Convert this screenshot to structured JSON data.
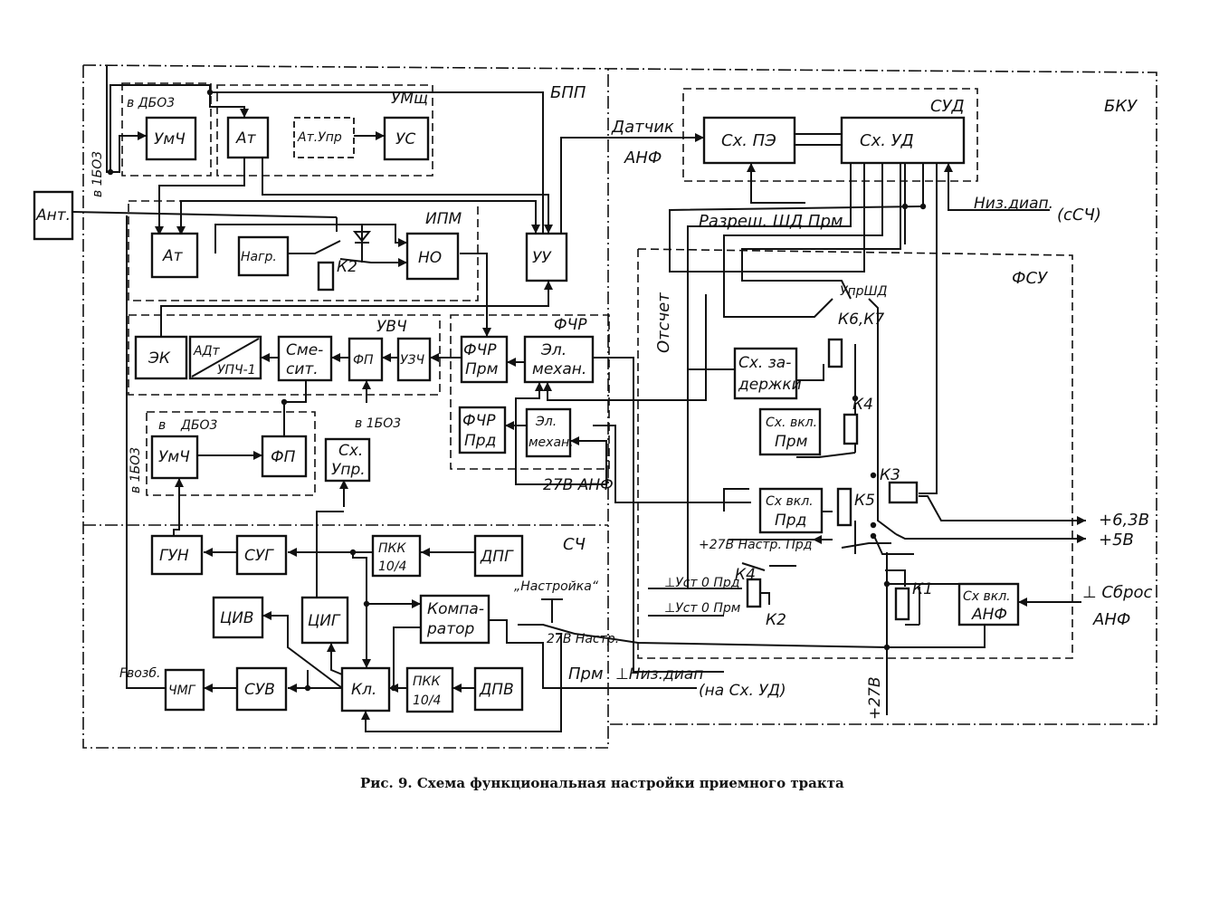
{
  "caption": "Рис. 9. Схема функциональная настройки приемного тракта",
  "regions": {
    "bpp": "БПП",
    "bku": "БКУ",
    "sud": "СУД",
    "fsu": "ФСУ",
    "sch": "СЧ",
    "umsch": "УМщ",
    "ipm": "ИПМ",
    "uvch": "УВЧ",
    "fchr": "ФЧР"
  },
  "blocks": {
    "ant": "Ант.",
    "umch_top": "УмЧ",
    "at_top": "Ат",
    "atupr": "Ат.Упр",
    "us": "УС",
    "at_mid": "Ат",
    "nagr": "Нагр.",
    "no": "НО",
    "uu": "УУ",
    "ek": "ЭК",
    "adt": "АДт",
    "upch": "УПЧ-1",
    "smesit_1": "Сме-",
    "smesit_2": "сит.",
    "fp_1": "ФП",
    "uzch": "УЗЧ",
    "fchr_prm_1": "ФЧР",
    "fchr_prm_2": "Прм",
    "el_mech_1a": "Эл.",
    "el_mech_1b": "механ.",
    "fchr_prd_1": "ФЧР",
    "fchr_prd_2": "Прд",
    "el_mech_2a": "Эл.",
    "el_mech_2b": "механ.",
    "umch_2": "УмЧ",
    "fp_2": "ФП",
    "sx_upr_1": "Сх.",
    "sx_upr_2": "Упр.",
    "gun": "ГУН",
    "sug": "СУГ",
    "pkk_1a": "ПКК",
    "pkk_1b": "10/4",
    "dpg": "ДПГ",
    "civ": "ЦИВ",
    "cig": "ЦИГ",
    "komp_1": "Компа-",
    "komp_2": "ратор",
    "chmg": "ЧМГ",
    "suv": "СУВ",
    "kl": "Кл.",
    "pkk_2a": "ПКК",
    "pkk_2b": "10/4",
    "dpv": "ДПВ",
    "sx_pe": "Сх. ПЭ",
    "sx_ud": "Сх. УД",
    "sx_zad_1": "Сх. за-",
    "sx_zad_2": "держки",
    "sx_vkl_prm_1": "Сх. вкл.",
    "sx_vkl_prm_2": "Прм",
    "sx_vkl_prd_1": "Сх вкл.",
    "sx_vkl_prd_2": "Прд",
    "sx_vkl_anf_1": "Сх вкл.",
    "sx_vkl_anf_2": "АНФ"
  },
  "labels": {
    "v_dbo3_top": "в ДБО3",
    "v_1bo3_left": "в 1БО3",
    "v_dbo3_mid_a": "в",
    "v_dbo3_mid_b": "ДБО3",
    "v_1bo3_mid": "в 1БО3",
    "v_1bo3_small": "в 1БО3",
    "k2_ipm": "К2",
    "datchik": "Датчик",
    "anf_top": "АНФ",
    "razresh": "Разреш. ШД Прм",
    "niz_diap": "Низ.диап.",
    "s_sch": "(сСЧ)",
    "otschet": "Отсчет",
    "upr_shd": "УпрШД",
    "k6k7": "К6,К7",
    "k4_a": "К4",
    "k3": "К3",
    "k5": "К5",
    "v63": "+6,3В",
    "v5": "+5В",
    "v27_nastr_prd": "+27В Настр. Прд",
    "v27_anf": "27В АНФ",
    "ust0_prd": "⊥Уст 0 Прд",
    "ust0_prm": "⊥Уст 0 Прм",
    "k4_b": "К4",
    "k2_b": "К2",
    "k1": "К1",
    "sbros_1": "⊥ Сброс",
    "sbros_2": "АНФ",
    "nastroika": "„Настройка“",
    "v27_nastr": "27В Настр.",
    "prm": "Прм",
    "niz_diap_2": "⊥Низ.диап",
    "na_sx_ud": "(на Сх. УД)",
    "f_vozb": "Fвозб.",
    "v27_vert": "+27В"
  }
}
